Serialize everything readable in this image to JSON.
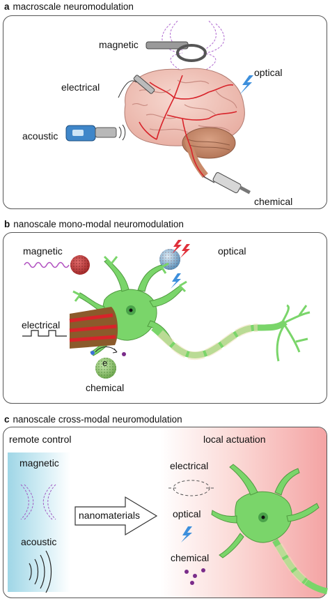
{
  "panels": {
    "a": {
      "letter": "a",
      "title": "macroscale neuromodulation",
      "labels": {
        "magnetic": "magnetic",
        "optical": "optical",
        "electrical": "electrical",
        "acoustic": "acoustic",
        "chemical": "chemical"
      }
    },
    "b": {
      "letter": "b",
      "title": "nanoscale mono-modal neuromodulation",
      "labels": {
        "magnetic": "magnetic",
        "optical": "optical",
        "electrical": "electrical",
        "chemical": "chemical",
        "electron": "e"
      }
    },
    "c": {
      "letter": "c",
      "title": "nanoscale cross-modal neuromodulation",
      "labels": {
        "remote_control": "remote control",
        "local_actuation": "local actuation",
        "magnetic": "magnetic",
        "acoustic": "acoustic",
        "nanomaterials": "nanomaterials",
        "electrical": "electrical",
        "optical": "optical",
        "chemical": "chemical"
      }
    }
  },
  "colors": {
    "neuron": "#7ad56a",
    "brain": "#f2c7bd",
    "vessel": "#d8232a",
    "cerebellum": "#c98a6a",
    "lightning": "#3d8fdc",
    "magnetic_field": "#a25bc3",
    "remote_gradient": "#bfe6f0",
    "local_gradient": "#f5a9a9"
  }
}
